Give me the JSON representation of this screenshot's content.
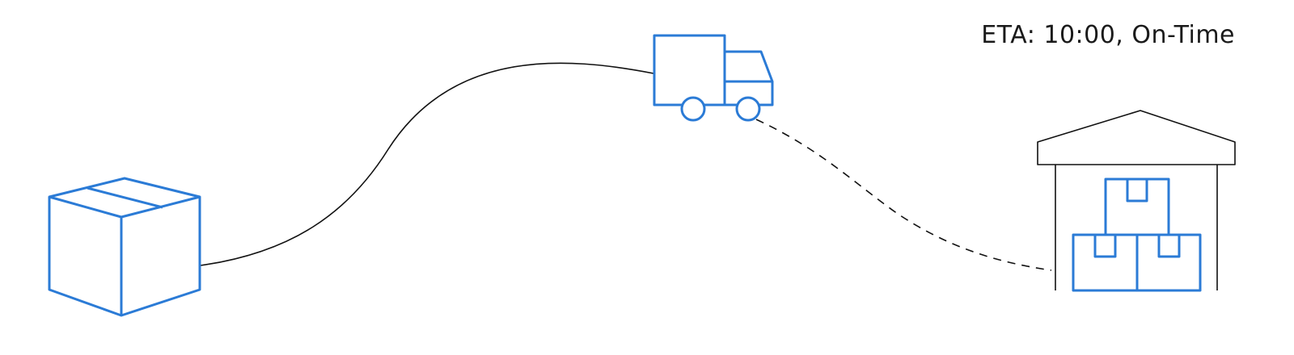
{
  "status": {
    "eta_text": "ETA: 10:00, On-Time"
  },
  "colors": {
    "icon_stroke": "#2b7bd6",
    "line_stroke": "#111111",
    "warehouse_stroke": "#111111",
    "background": "#ffffff"
  },
  "route": {
    "completed_segment": "solid",
    "remaining_segment": "dashed"
  },
  "icons": [
    "package-box-icon",
    "delivery-truck-icon",
    "warehouse-icon"
  ]
}
